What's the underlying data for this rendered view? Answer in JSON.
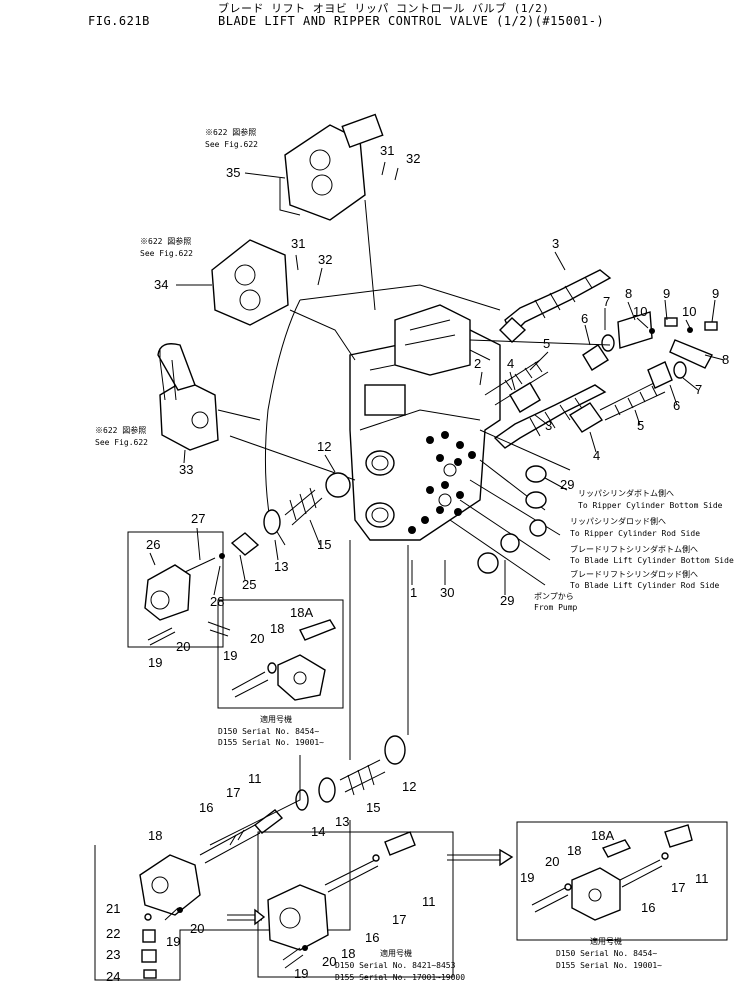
{
  "header": {
    "katakana_title": "ブレード リフト オヨビ リッパ コントロール バルブ (1/2)",
    "fig": "FIG.621B",
    "title": "BLADE LIFT AND RIPPER CONTROL VALVE (1/2)(#15001-)"
  },
  "refs": {
    "see_622_jp": "※622 図参照",
    "see_622_en": "See Fig.622"
  },
  "labels": {
    "n1": "1",
    "n2": "2",
    "n3a": "3",
    "n3b": "3",
    "n4a": "4",
    "n4b": "4",
    "n5a": "5",
    "n5b": "5",
    "n6a": "6",
    "n6b": "6",
    "n7a": "7",
    "n7b": "7",
    "n8a": "8",
    "n8b": "8",
    "n9a": "9",
    "n9b": "9",
    "n10a": "10",
    "n10b": "10",
    "n11a": "11",
    "n11b": "11",
    "n11c": "11",
    "n12a": "12",
    "n12b": "12",
    "n13a": "13",
    "n13b": "13",
    "n14": "14",
    "n15a": "15",
    "n15b": "15",
    "n16a": "16",
    "n16b": "16",
    "n16c": "16",
    "n17a": "17",
    "n17b": "17",
    "n17c": "17",
    "n18a": "18",
    "n18b": "18",
    "n18c": "18",
    "n18d": "18",
    "n18Aa": "18A",
    "n18Ab": "18A",
    "n19a": "19",
    "n19b": "19",
    "n19c": "19",
    "n19d": "19",
    "n19e": "19",
    "n20a": "20",
    "n20b": "20",
    "n20c": "20",
    "n20d": "20",
    "n20e": "20",
    "n21": "21",
    "n22": "22",
    "n23": "23",
    "n24": "24",
    "n25": "25",
    "n26": "26",
    "n27": "27",
    "n28": "28",
    "n29a": "29",
    "n29b": "29",
    "n30": "30",
    "n31a": "31",
    "n31b": "31",
    "n32a": "32",
    "n32b": "32",
    "n33": "33",
    "n34": "34",
    "n35": "35"
  },
  "ports": {
    "rip_bottom_jp": "リッパシリンダボトム側へ",
    "rip_bottom_en": "To Ripper Cylinder Bottom Side",
    "rip_rod_jp": "リッパシリンダロッド側へ",
    "rip_rod_en": "To Ripper Cylinder Rod Side",
    "bl_bottom_jp": "ブレードリフトシリンダボトム側へ",
    "bl_bottom_en": "To Blade Lift Cylinder Bottom Side",
    "bl_rod_jp": "ブレードリフトシリンダロッド側へ",
    "bl_rod_en": "To Blade Lift Cylinder Rod Side",
    "pump_jp": "ポンプから",
    "pump_en": "From Pump"
  },
  "serial_notes": {
    "applic_jp": "適用号機",
    "d150_a": "D150  Serial  No. 8454~",
    "d155_a": "D155  Serial  No. 19001~",
    "d150_b": "D150  Serial  No. 8421~8453",
    "d155_b": "D155  Serial  No. 17001~19000",
    "d150_c": "D150  Serial  No. 8454~",
    "d155_c": "D155  Serial  No. 19001~"
  }
}
